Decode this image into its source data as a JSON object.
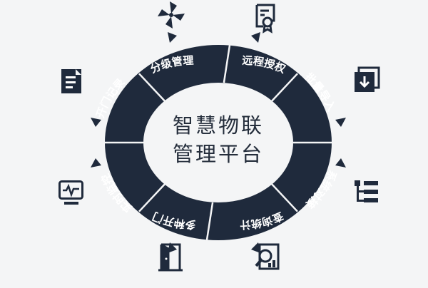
{
  "center": {
    "line1": "智慧物联",
    "line2": "管理平台"
  },
  "ring_color": "#1f2a3c",
  "icon_color": "#1f2a3c",
  "segments": [
    {
      "label": "分级管理",
      "icon": "pinwheel-icon"
    },
    {
      "label": "远程授权",
      "icon": "certificate-icon"
    },
    {
      "label": "批量导入",
      "icon": "import-download-icon"
    },
    {
      "label": "系统对接",
      "icon": "org-chart-icon"
    },
    {
      "label": "查询统计",
      "icon": "search-report-icon"
    },
    {
      "label": "多种开门",
      "icon": "door-icon"
    },
    {
      "label": "实时监控",
      "icon": "monitor-icon"
    },
    {
      "label": "开门记录",
      "icon": "document-list-icon"
    }
  ]
}
